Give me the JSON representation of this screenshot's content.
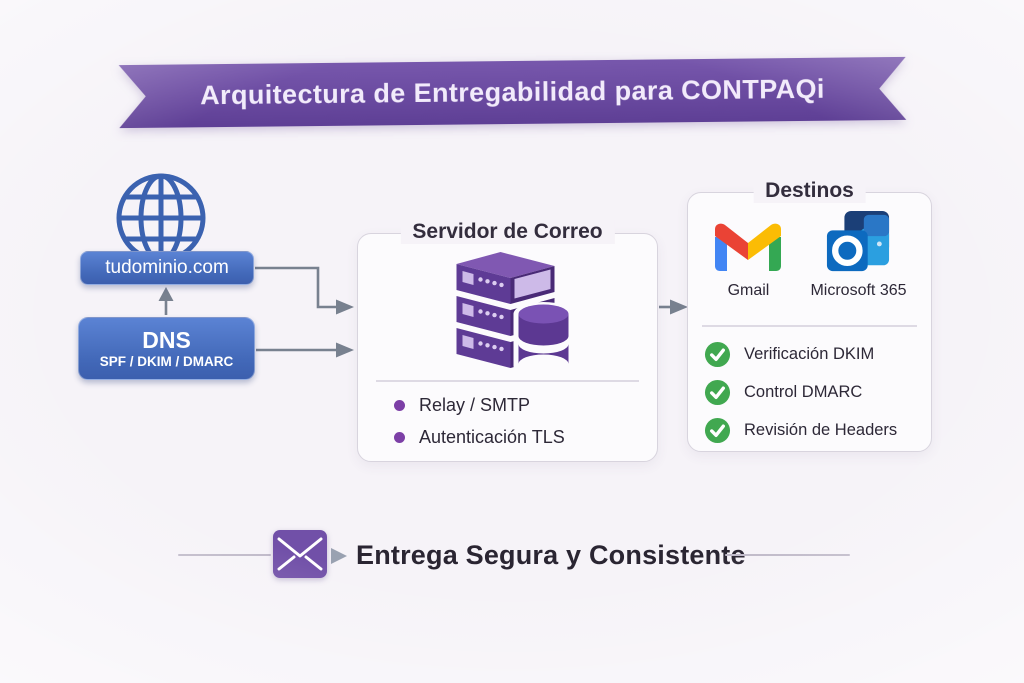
{
  "banner": {
    "title": "Arquitectura de Entregabilidad para CONTPAQi"
  },
  "source": {
    "domain": {
      "label": "tudominio.com"
    },
    "dns": {
      "title": "DNS",
      "subtitle": "SPF / DKIM / DMARC"
    }
  },
  "server_card": {
    "title": "Servidor de Correo",
    "bullets": [
      "Relay / SMTP",
      "Autenticación TLS"
    ]
  },
  "destinations": {
    "title": "Destinos",
    "providers": [
      "Gmail",
      "Microsoft 365"
    ],
    "checks": [
      "Verificación DKIM",
      "Control DMARC",
      "Revisión de Headers"
    ]
  },
  "footer": {
    "message": "Entrega Segura y Consistente"
  },
  "icons": {
    "globe": "globe-icon",
    "server": "server-stack-icon",
    "database": "database-cylinder-icon",
    "gmail": "gmail-icon",
    "microsoft365": "microsoft-365-icon",
    "check": "check-circle-icon",
    "envelope": "envelope-icon",
    "flow_arrows": "flow-arrow-icon"
  },
  "colors": {
    "background": "#f6f3f8",
    "ribbon_purple": "#6a4aa0",
    "node_blue": "#4a70c2",
    "arrow_gray": "#78818f",
    "server_purple": "#5d3a92",
    "bullet_purple": "#7c3fa6",
    "check_green": "#41a850",
    "envelope_purple": "#7150a8",
    "text_dark": "#2d2837",
    "card_border": "#d8d4de"
  }
}
